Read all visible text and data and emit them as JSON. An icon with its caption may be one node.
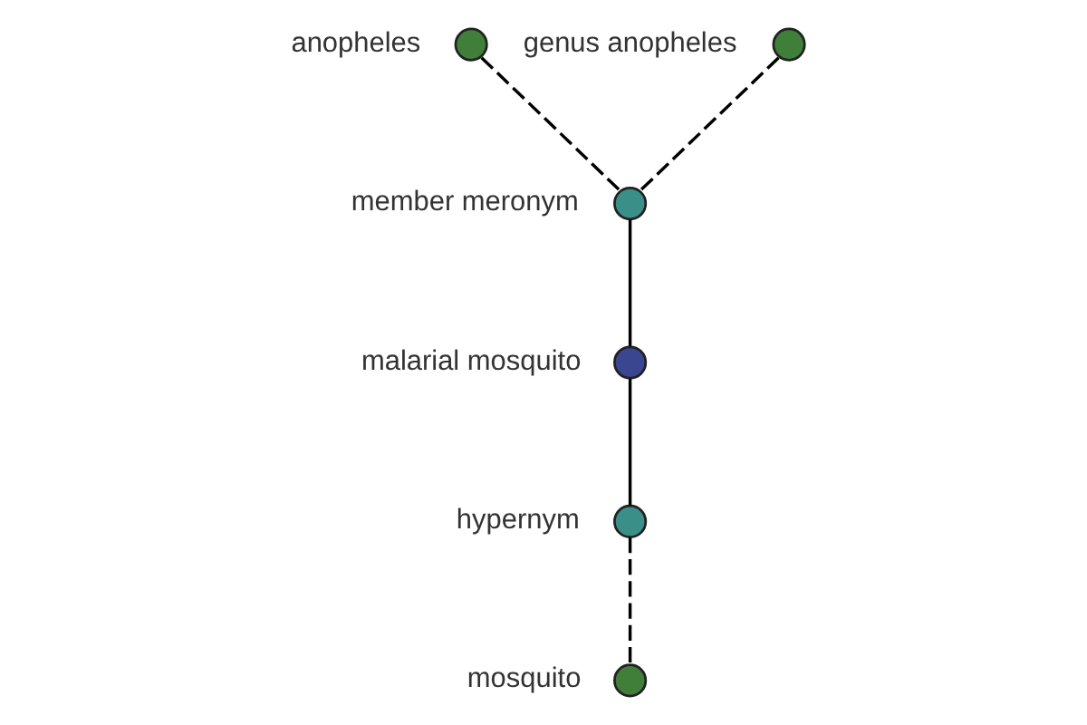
{
  "diagram": {
    "nodes": [
      {
        "text": [],
        "shape": "circle",
        "beside": [
          "genus anopheles"
        ]
      },
      {
        "text": [],
        "shape": "circle",
        "beside": [
          "member meronym"
        ]
      },
      {
        "text": [],
        "shape": "circle",
        "beside": [
          "anopheles"
        ]
      },
      {
        "text": [],
        "shape": "circle",
        "beside": [
          "malarial mosquito"
        ]
      },
      {
        "text": [],
        "shape": "circle",
        "beside": [
          "hypernym"
        ]
      },
      {
        "text": [],
        "shape": "circle",
        "beside": [
          "mosquito"
        ]
      }
    ],
    "edges": [
      {
        "from": 0,
        "to": 1,
        "arrow": "none",
        "style": "dashed"
      },
      {
        "from": 2,
        "to": 1,
        "arrow": "none",
        "style": "dashed"
      },
      {
        "from": 1,
        "to": 3,
        "arrow": "none"
      },
      {
        "from": 3,
        "to": 4,
        "arrow": "none"
      },
      {
        "from": 4,
        "to": 5,
        "arrow": "none",
        "style": "dashed"
      }
    ]
  }
}
